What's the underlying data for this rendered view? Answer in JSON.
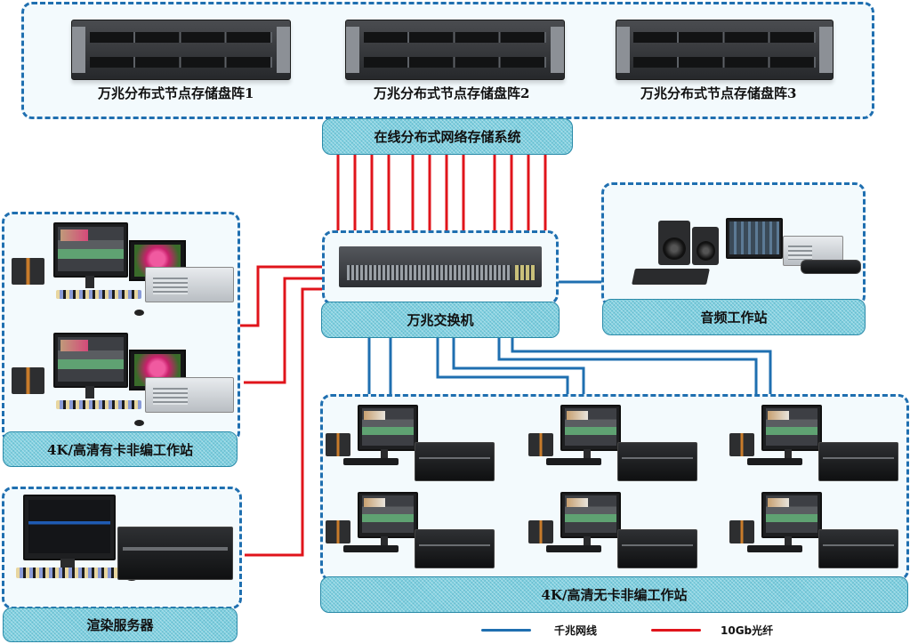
{
  "diagram": {
    "storage": {
      "arrays": [
        {
          "label": "万兆分布式节点存储盘阵1"
        },
        {
          "label": "万兆分布式节点存储盘阵2"
        },
        {
          "label": "万兆分布式节点存储盘阵3"
        }
      ],
      "system_label": "在线分布式网络存储系统"
    },
    "switch": {
      "label": "万兆交换机"
    },
    "card_workstations": {
      "label": "4K/高清有卡非编工作站",
      "count": 2
    },
    "render_server": {
      "label": "渲染服务器"
    },
    "audio_workstation": {
      "label": "音频工作站"
    },
    "cardless_workstations": {
      "label": "4K/高清无卡非编工作站",
      "count": 6
    },
    "connections": {
      "storage_to_switch": {
        "type": "10Gb光纤",
        "count": 12
      },
      "switch_to_card_workstations": {
        "type": "10Gb光纤",
        "count": 2
      },
      "switch_to_render_server": {
        "type": "10Gb光纤",
        "count": 1
      },
      "switch_to_audio_workstation": {
        "type": "千兆网线",
        "count": 1
      },
      "switch_to_cardless_workstations": {
        "type": "千兆网线",
        "count": 6
      }
    },
    "legend": [
      {
        "label": "千兆网线",
        "color": "#1f6fb0"
      },
      {
        "label": "10Gb光纤",
        "color": "#e0141b"
      }
    ],
    "colors": {
      "gigabit_line": "#1f6fb0",
      "fiber_line": "#e0141b",
      "dashed_border": "#1f6fb0",
      "label_fill": "#7fd0e0"
    }
  }
}
